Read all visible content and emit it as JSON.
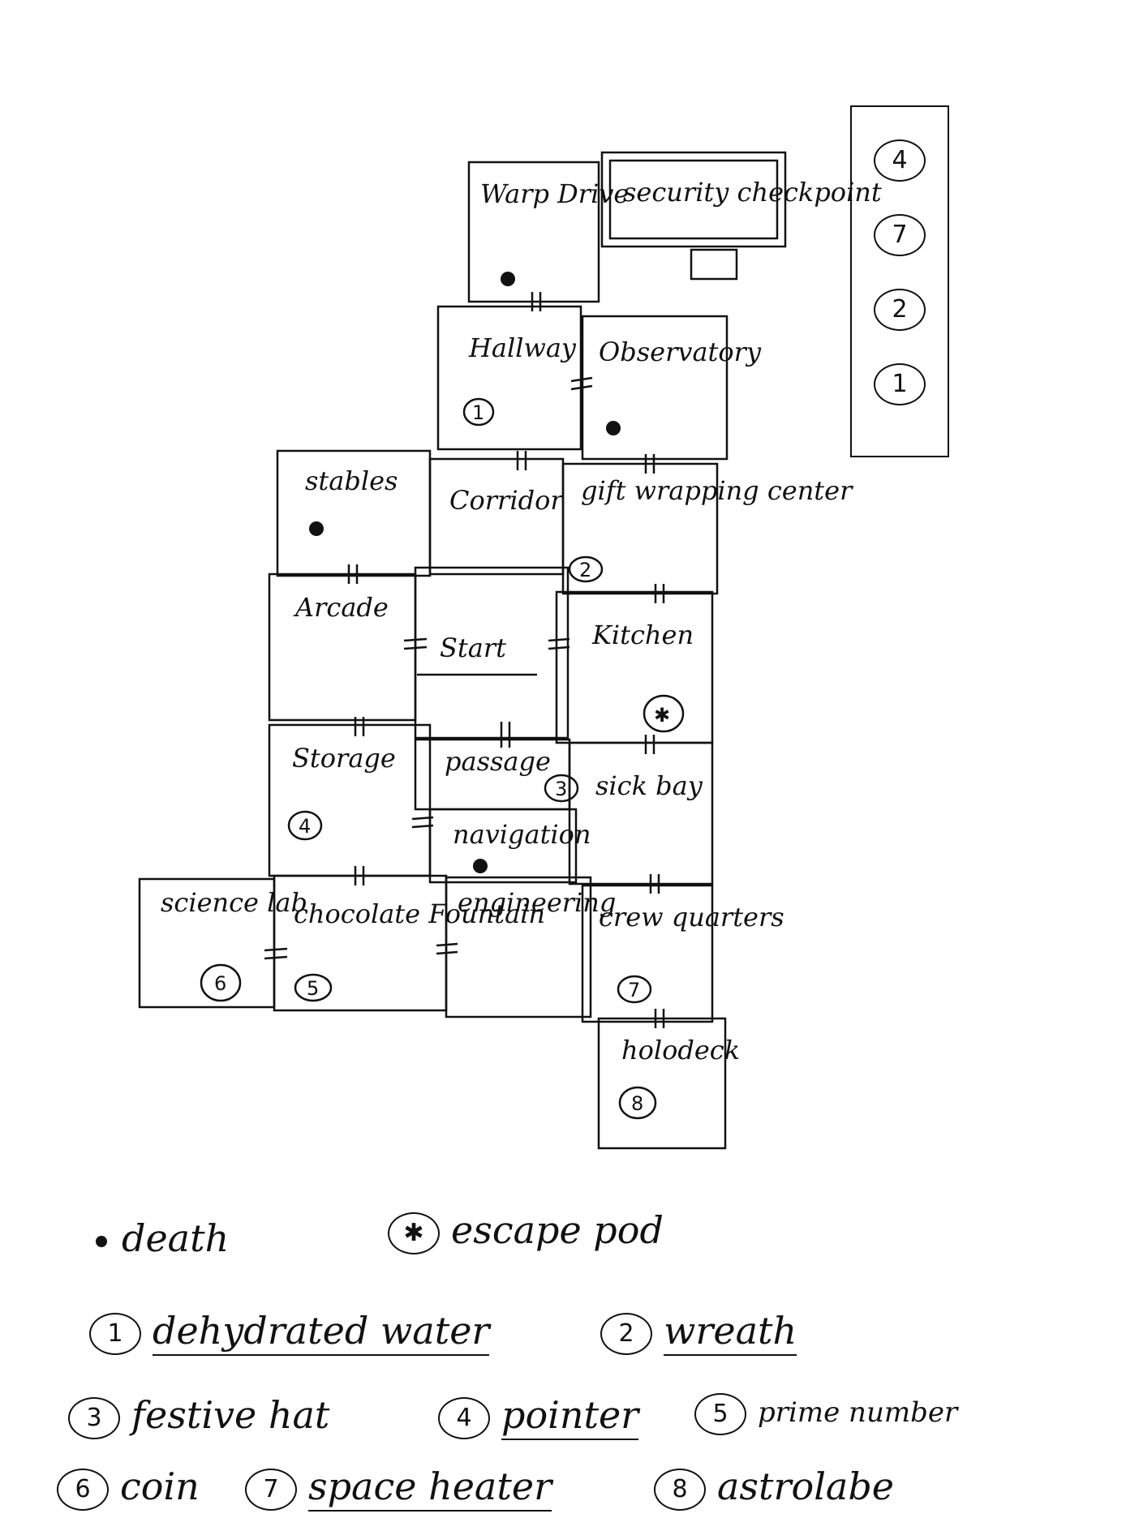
{
  "rooms": {
    "warp_drive": "Warp Drive",
    "security_checkpoint": "security checkpoint",
    "hallway": "Hallway",
    "observatory": "Observatory",
    "stables": "stables",
    "corridor": "Corridor",
    "gift_wrapping_center": "gift wrapping center",
    "arcade": "Arcade",
    "start": "Start",
    "kitchen": "Kitchen",
    "storage": "Storage",
    "passage": "passage",
    "navigation": "navigation",
    "sick_bay": "sick bay",
    "science_lab": "science lab",
    "chocolate_fountain": "chocolate Fountain",
    "engineering": "engineering",
    "crew_quarters": "crew quarters",
    "holodeck": "holodeck"
  },
  "item_markers": {
    "hallway": "1",
    "gift_wrapping_center": "2",
    "passage": "3",
    "storage": "4",
    "chocolate_fountain": "5",
    "science_lab": "6",
    "crew_quarters": "7",
    "holodeck": "8"
  },
  "escape_symbol": "✱",
  "inventory": [
    "4",
    "7",
    "2",
    "1"
  ],
  "legend": {
    "death": "death",
    "escape_pod": "escape pod",
    "items": [
      {
        "num": "1",
        "label": "dehydrated water"
      },
      {
        "num": "2",
        "label": "wreath"
      },
      {
        "num": "3",
        "label": "festive hat"
      },
      {
        "num": "4",
        "label": "pointer"
      },
      {
        "num": "5",
        "label": "prime number"
      },
      {
        "num": "6",
        "label": "coin"
      },
      {
        "num": "7",
        "label": "space heater"
      },
      {
        "num": "8",
        "label": "astrolabe"
      }
    ]
  }
}
